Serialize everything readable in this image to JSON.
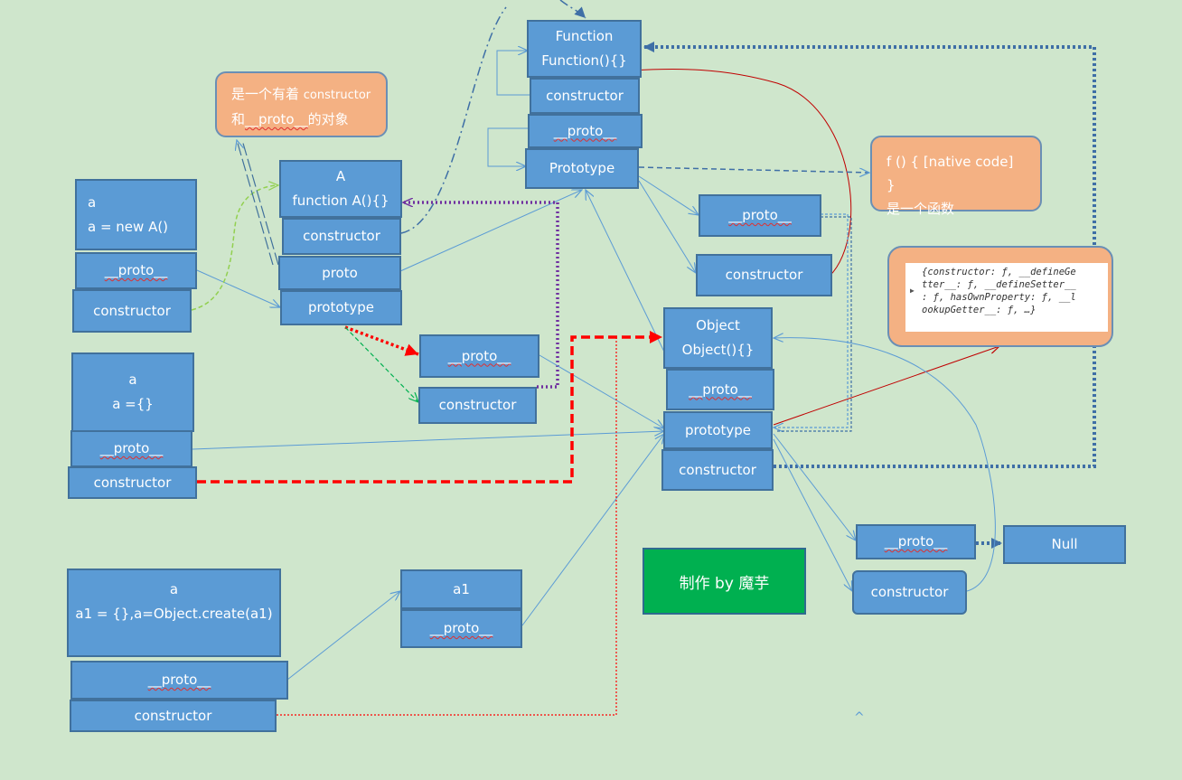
{
  "nodes": {
    "function_ctor": {
      "line1": "Function",
      "line2": "Function(){}"
    },
    "function_constructor": "constructor",
    "function_proto": "__proto__",
    "function_prototype": "Prototype",
    "fp_proto": "__proto__",
    "fp_constructor": "constructor",
    "a_ctor": {
      "line1": "A",
      "line2": "function A(){}"
    },
    "a_constructor": "constructor",
    "a_proto": "proto",
    "a_prototype": "prototype",
    "ap_proto": "__proto__",
    "ap_constructor": "constructor",
    "inst_new": {
      "line1": "a",
      "line2": "a = new A()"
    },
    "inst_new_proto": "__proto__",
    "inst_new_constructor": "constructor",
    "inst_literal": {
      "line1": "a",
      "line2": "a ={}"
    },
    "inst_literal_proto": "__proto__",
    "inst_literal_constructor": "constructor",
    "inst_create": {
      "line1": "a",
      "line2": "a1 = {},a=Object.create(a1)"
    },
    "inst_create_proto": "__proto__",
    "inst_create_constructor": "constructor",
    "a1": "a1",
    "a1_proto": "__proto__",
    "object_ctor": {
      "line1": "Object",
      "line2": "Object(){}"
    },
    "object_proto": "__proto__",
    "object_prototype": "prototype",
    "object_constructor": "constructor",
    "op_proto": "__proto__",
    "op_constructor": "constructor",
    "null_node": "Null"
  },
  "notes": {
    "obj_note": {
      "line1_prefix": "是一个有着 ",
      "line1_word": "constructor",
      "line2_prefix": "和",
      "line2_proto": "__proto__",
      "line2_suffix": "的对象"
    },
    "native_note": {
      "line1": "f () { [native code] }",
      "line2": "是一个函数"
    }
  },
  "console_output": {
    "lines": [
      "{constructor: ƒ, __defineGe",
      "tter__: ƒ, __defineSetter__",
      ": ƒ, hasOwnProperty: ƒ, __l",
      "ookupGetter__: ƒ, …}"
    ],
    "expander": "▶"
  },
  "credit": "制作 by 魔芋",
  "caret_mark": "^",
  "colors": {
    "background": "#cfe6cc",
    "box_fill": "#5b9bd5",
    "box_border": "#41719c",
    "note_fill": "#f4b183",
    "credit_fill": "#00b050",
    "arrow_blue": "#5b9bd5",
    "arrow_dotted_blue": "#3f6fa6",
    "arrow_red": "#ff0000",
    "arrow_purple": "#7030a0",
    "arrow_green": "#00b050",
    "arrow_lightgreen": "#92d050"
  }
}
